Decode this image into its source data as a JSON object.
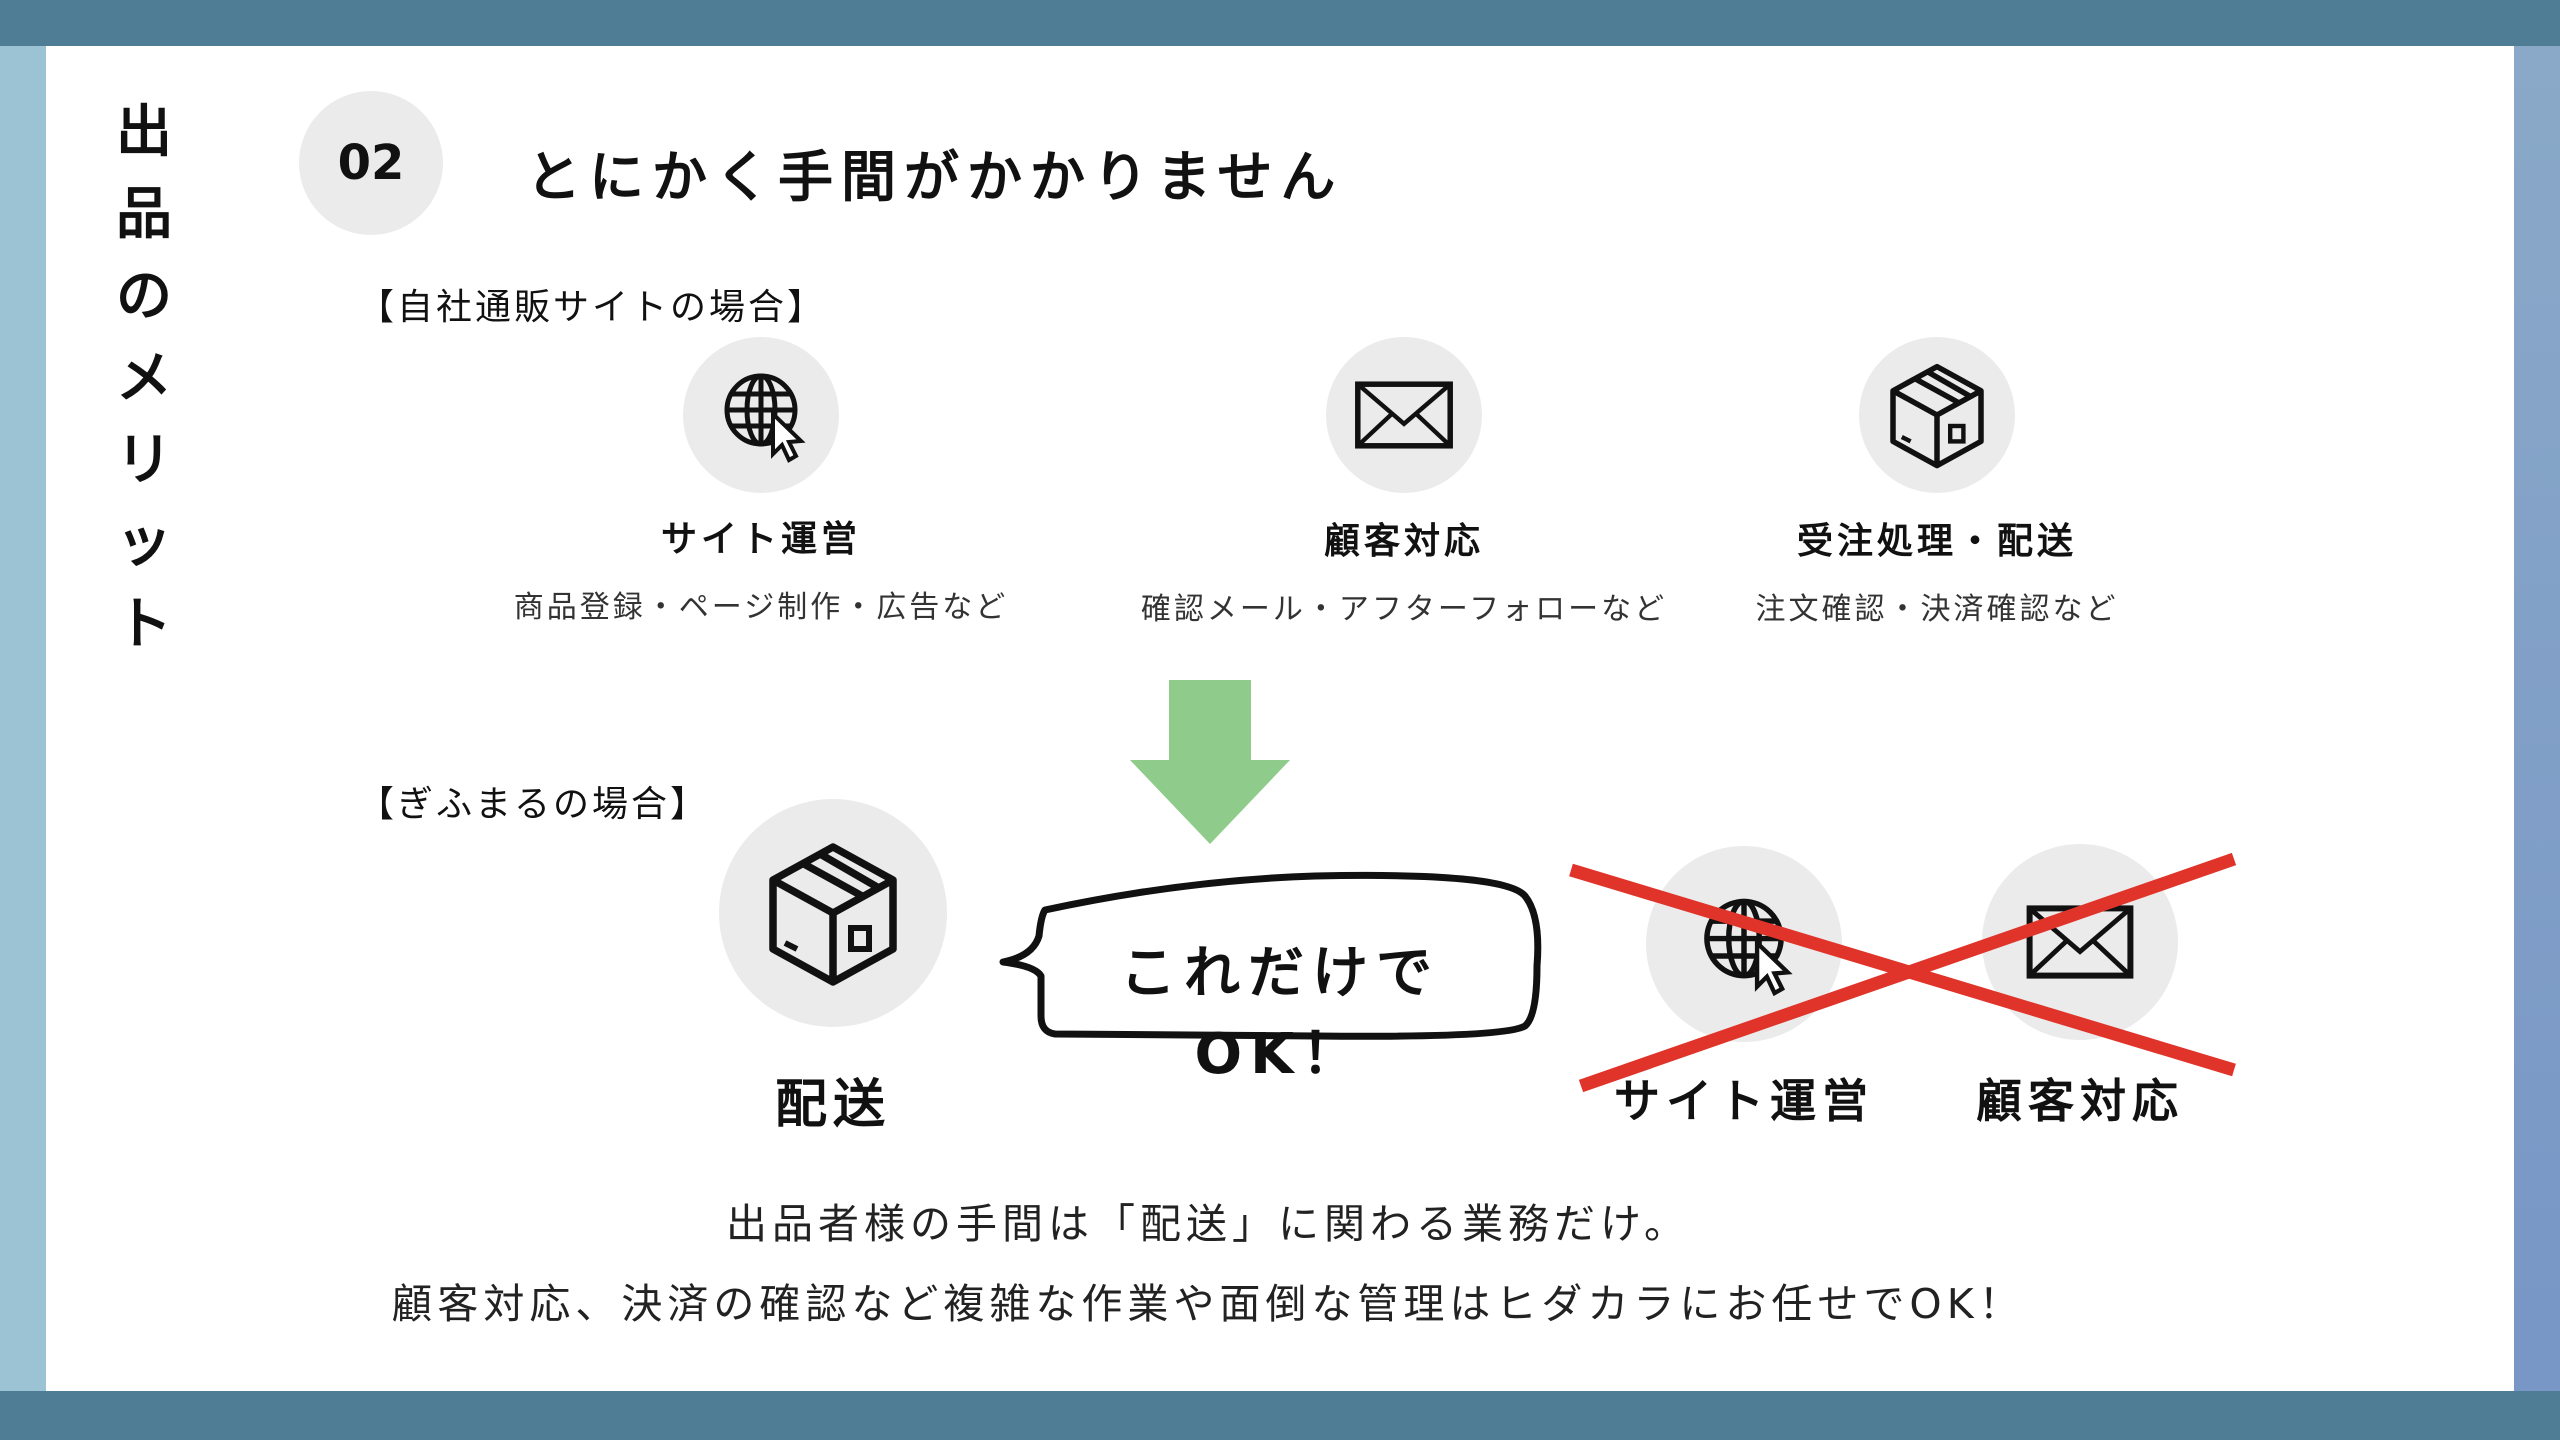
{
  "side_title": [
    "出",
    "品",
    "の",
    "メ",
    "リ",
    "ッ",
    "ト"
  ],
  "number": "02",
  "heading": "とにかく手間がかかりません",
  "own_site": {
    "section_label": "【自社通販サイトの場合】",
    "items": [
      {
        "icon": "globe-cursor-icon",
        "label": "サイト運営",
        "sub": "商品登録・ページ制作・広告など"
      },
      {
        "icon": "envelope-icon",
        "label": "顧客対応",
        "sub": "確認メール・アフターフォローなど"
      },
      {
        "icon": "package-icon",
        "label": "受注処理・配送",
        "sub": "注文確認・決済確認など"
      }
    ]
  },
  "gifumaru": {
    "section_label": "【ぎふまるの場合】",
    "main_label": "配送",
    "bubble": "これだけでOK！",
    "crossed": [
      {
        "icon": "globe-cursor-icon",
        "label": "サイト運営"
      },
      {
        "icon": "envelope-icon",
        "label": "顧客対応"
      }
    ]
  },
  "summary": [
    "出品者様の手間は「配送」に関わる業務だけ。",
    "顧客対応、決済の確認など複雑な作業や面倒な管理はヒダカラにお任せでOK！"
  ],
  "colors": {
    "bar": "#4f7d95",
    "side": "#9cc3d4",
    "arrow": "#8fcb8a",
    "cross": "#e0332a",
    "circle": "#ebebeb"
  }
}
